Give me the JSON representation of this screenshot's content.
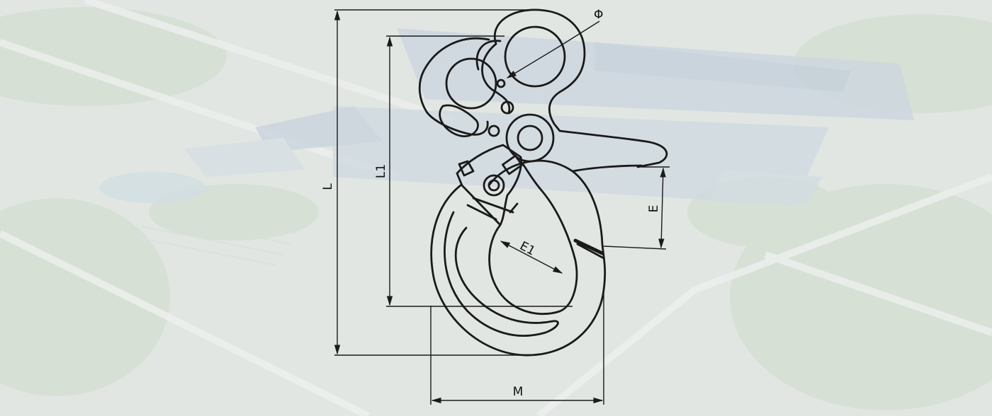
{
  "dimensions": {
    "diameter": "Φ",
    "length": "L",
    "length_inner": "L1",
    "throat_e": "E",
    "throat_e1": "E1",
    "width_m": "M"
  },
  "colors": {
    "line": "#1a1a1a",
    "background_base": "#dde4df",
    "roof_blue": "#b9c8dc",
    "greenery": "#c9d6c5"
  }
}
